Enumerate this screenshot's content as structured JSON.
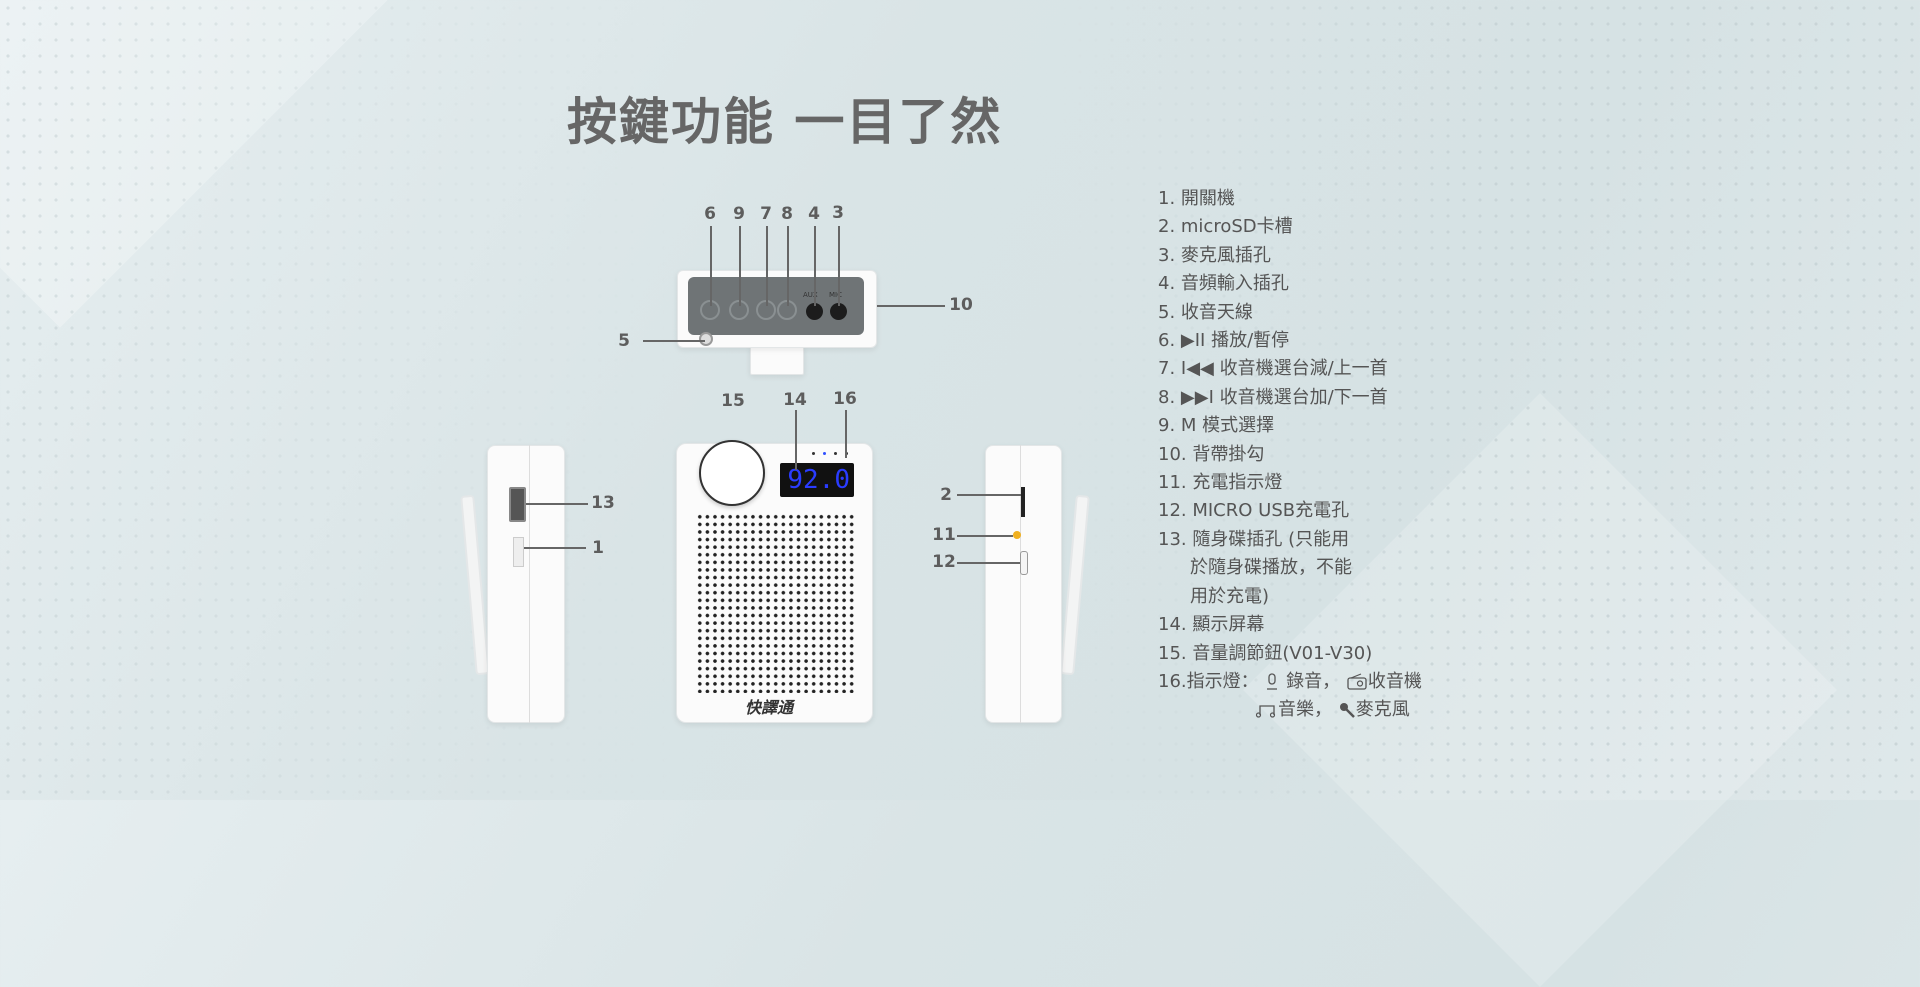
{
  "title": "按鍵功能 一目了然",
  "features": [
    "1. 開關機",
    "2. microSD卡槽",
    "3. 麥克風插孔",
    "4. 音頻輸入插孔",
    "5. 收音天線",
    "6. ▶II 播放/暫停",
    "7. I◀◀  收音機選台減/上一首",
    "8. ▶▶I  收音機選台加/下一首",
    "9. M 模式選擇",
    "10. 背帶掛勾",
    "11. 充電指示燈",
    "12. MICRO USB充電孔",
    "13. 隨身碟插孔 (只能用",
    "於隨身碟播放，不能",
    "用於充電)",
    "14. 顯示屏幕",
    "15. 音量調節鈕(V01-V30)"
  ],
  "indicator": {
    "prefix": "16.指示燈：",
    "record": "錄音，",
    "radio": "收音機",
    "music": "音樂，",
    "mic": "麥克風"
  },
  "callouts": {
    "n1": "1",
    "n2": "2",
    "n3": "3",
    "n4": "4",
    "n5": "5",
    "n6": "6",
    "n7": "7",
    "n8": "8",
    "n9": "9",
    "n10": "10",
    "n11": "11",
    "n12": "12",
    "n13": "13",
    "n14": "14",
    "n15": "15",
    "n16": "16"
  },
  "device": {
    "display": "92.0",
    "brand": "快譯通",
    "aux": "AUX",
    "mic": "MIC",
    "display_color": "#2a3cff"
  }
}
